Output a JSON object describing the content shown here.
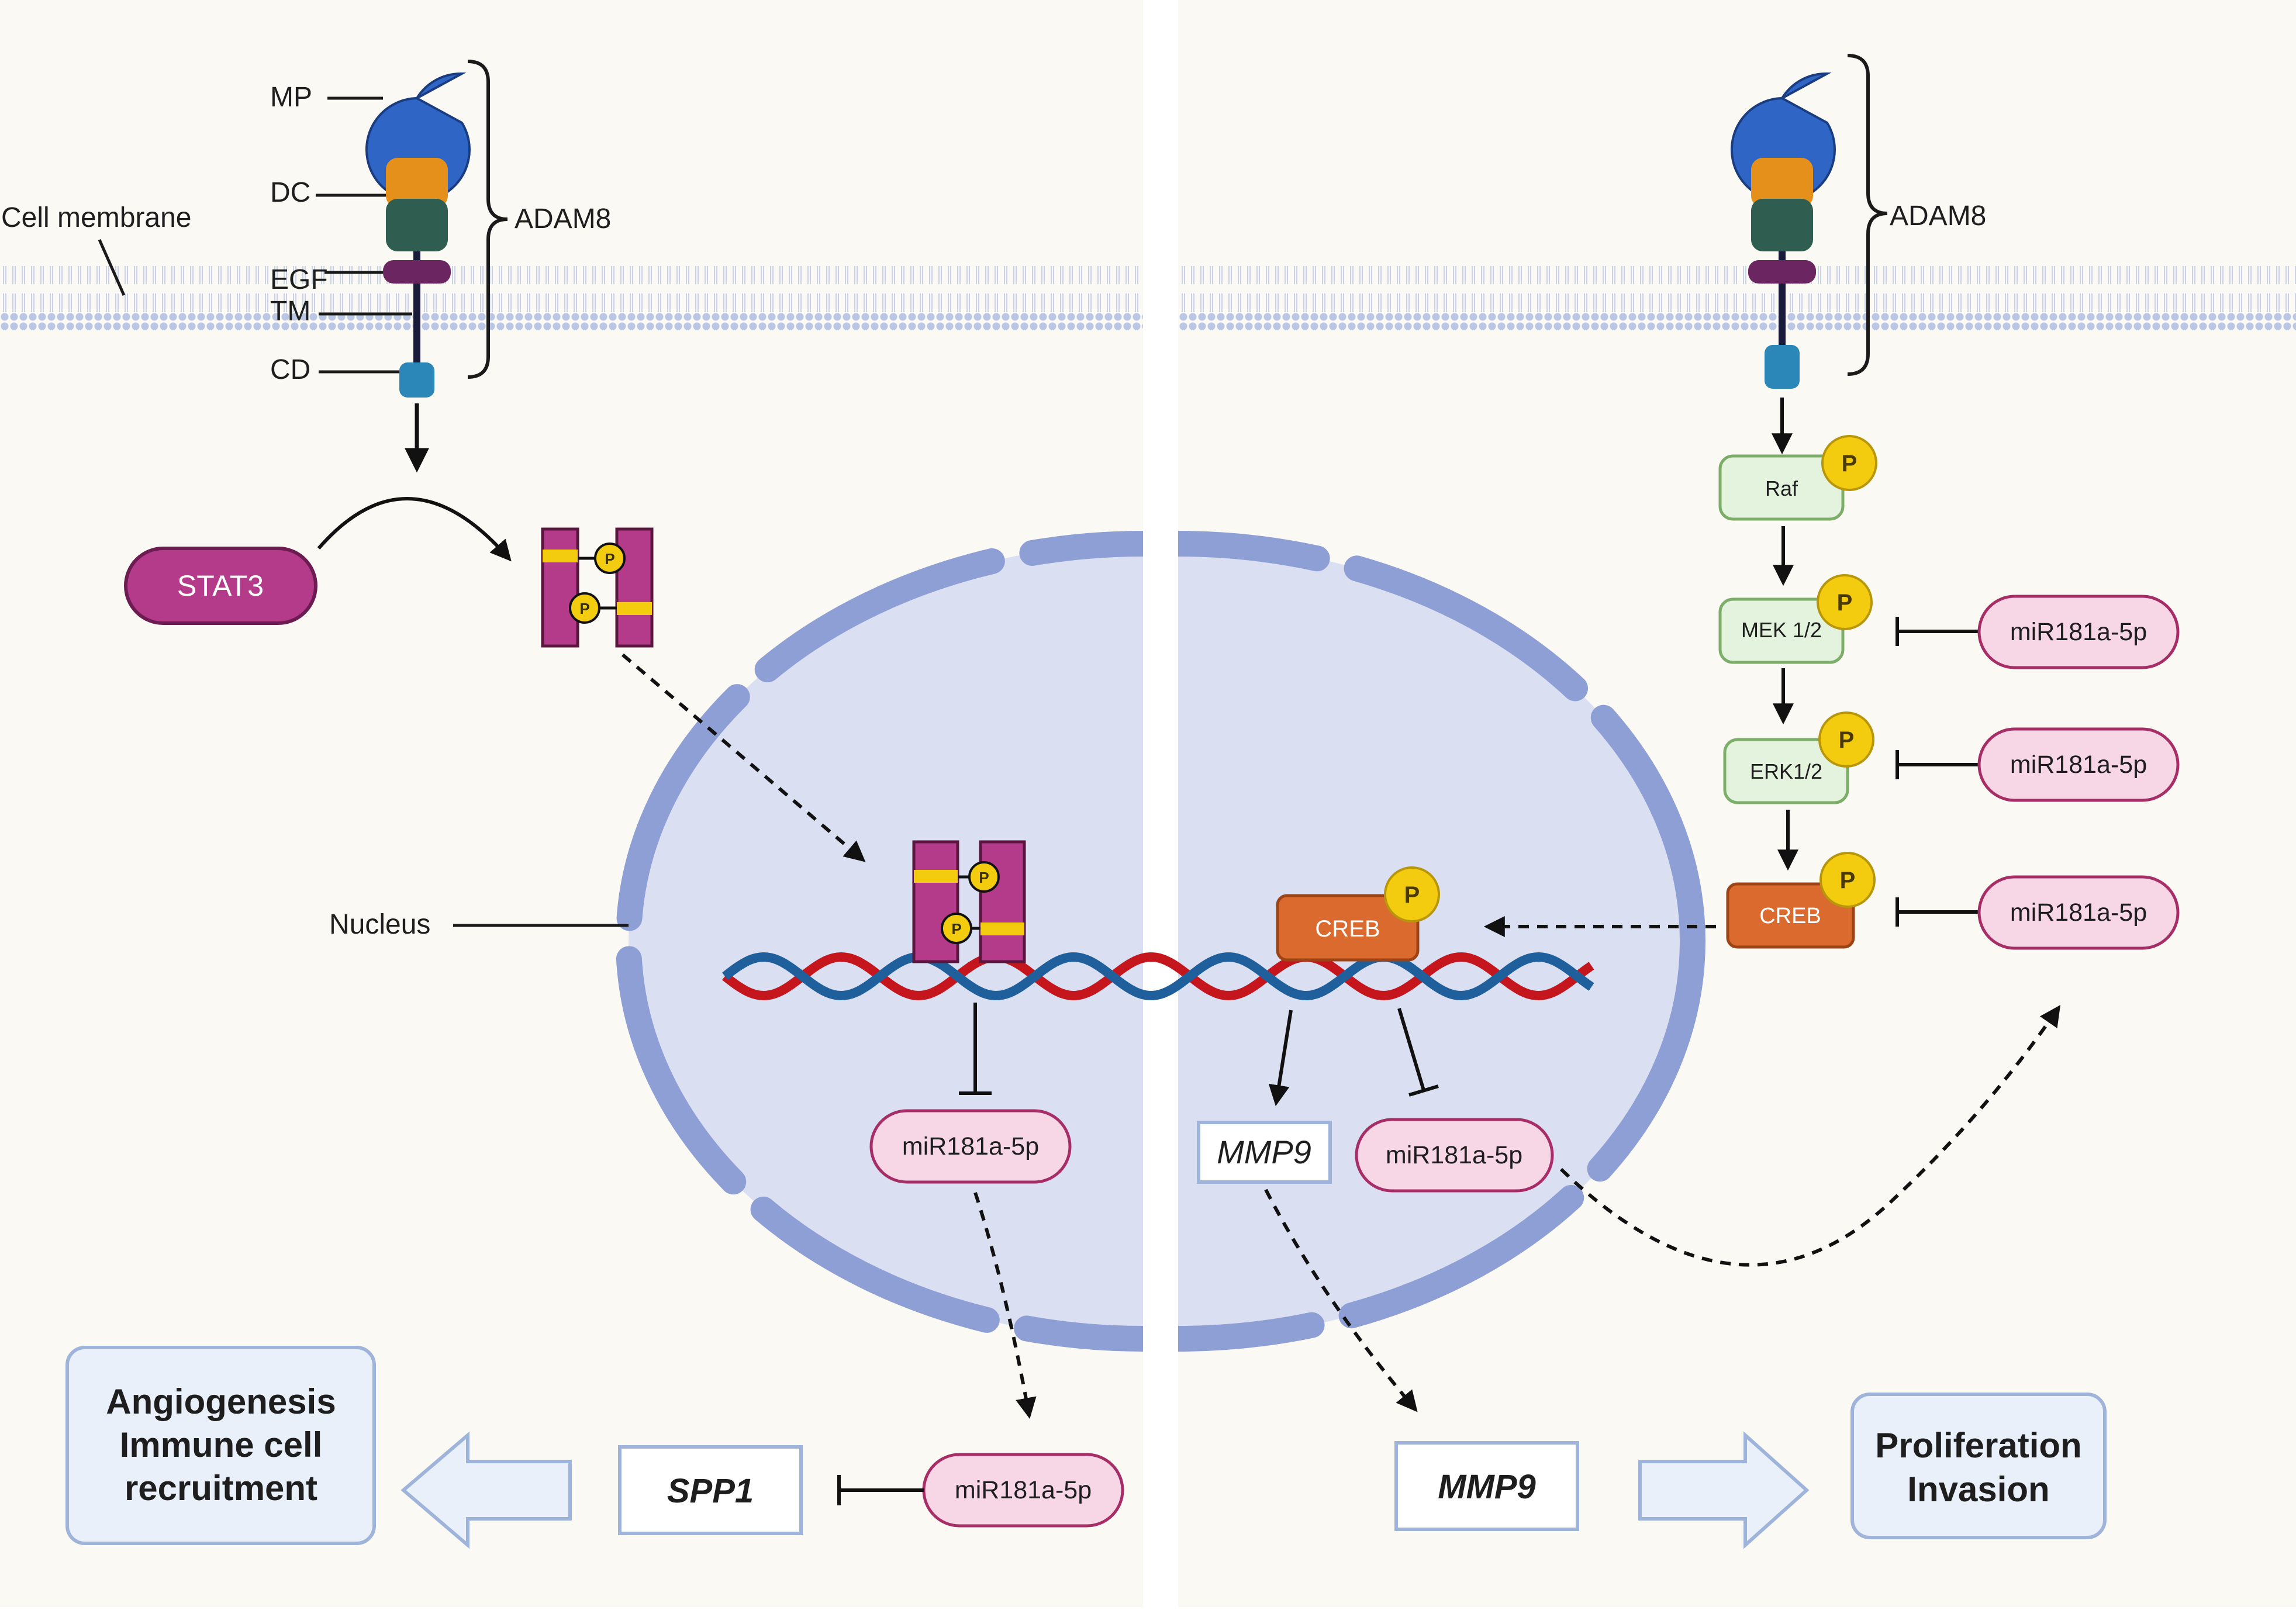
{
  "labels": {
    "mp": "MP",
    "dc": "DC",
    "egf": "EGF",
    "tm": "TM",
    "cd": "CD",
    "cell_membrane": "Cell membrane",
    "adam8_left": "ADAM8",
    "adam8_right": "ADAM8",
    "nucleus": "Nucleus",
    "stat3": "STAT3",
    "p": "P"
  },
  "kinases": {
    "raf": "Raf",
    "mek": "MEK 1/2",
    "erk": "ERK1/2",
    "creb_cyto": "CREB",
    "creb_nuc": "CREB"
  },
  "mirna": {
    "label": "miR181a-5p"
  },
  "genes": {
    "mmp9_nuc": "MMP9",
    "mmp9_out": "MMP9",
    "spp1": "SPP1"
  },
  "outcomes": {
    "left_line1": "Angiogenesis",
    "left_line2": "Immune cell",
    "left_line3": "recruitment",
    "right_line1": "Proliferation",
    "right_line2": "Invasion"
  },
  "colors": {
    "background": "#fbf9f3",
    "membrane": "#b9c6e4",
    "nucleus_fill": "#dadff2",
    "nuclear_envelope": "#8e9fd5",
    "stat3": "#b43a8a",
    "phospho": "#f3cc10",
    "kinase_fill": "#e3f3dd",
    "kinase_border": "#7cae6a",
    "creb": "#db6a2f",
    "mirna_fill": "#f7d7e6",
    "mirna_border": "#a72d66",
    "gene_box_border": "#9fb4da",
    "outcome_fill": "#eaf0f9",
    "dna_red": "#c4161c",
    "dna_blue": "#1e5f9c",
    "adam8_mp": "#2f65c4",
    "adam8_dc1": "#e5901b",
    "adam8_dc2": "#2f5e50",
    "adam8_egf": "#6b2560",
    "adam8_cd": "#2a87b8"
  }
}
